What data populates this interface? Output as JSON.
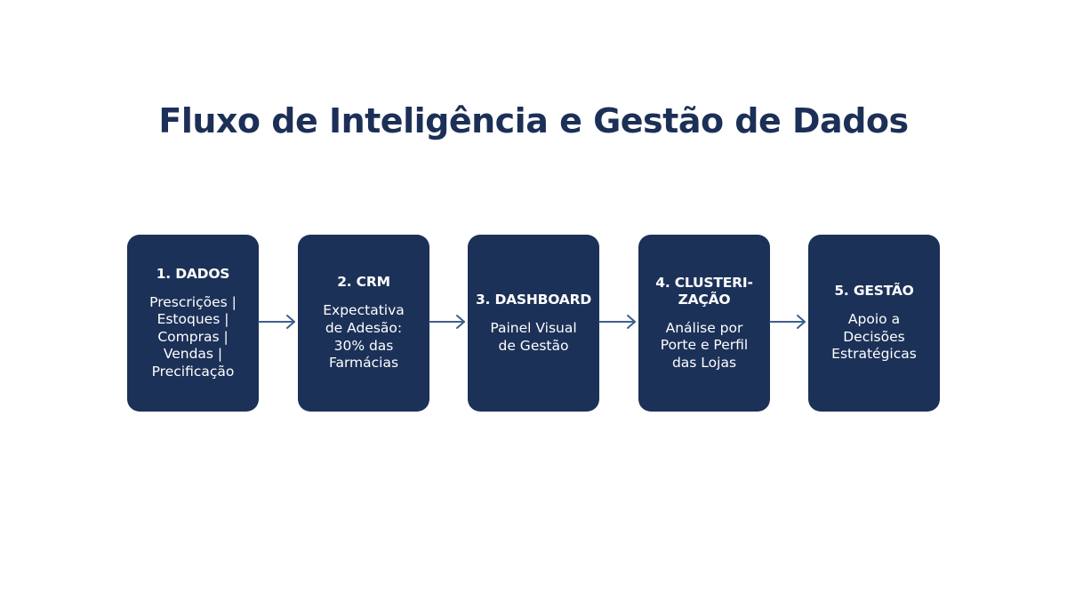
{
  "title": "Fluxo de Inteligência e Gestão de Dados",
  "colors": {
    "box_fill": "#1c3158",
    "title_text": "#1c3057",
    "arrow": "#3d5f8c",
    "box_text": "#ffffff"
  },
  "steps": [
    {
      "heading": [
        "1. DADOS"
      ],
      "body": [
        "Prescrições |",
        "Estoques |",
        "Compras |",
        "Vendas |",
        "Precificação"
      ]
    },
    {
      "heading": [
        "2. CRM"
      ],
      "body": [
        "Expectativa",
        "de Adesão:",
        "30% das",
        "Farmácias"
      ]
    },
    {
      "heading": [
        "3. DASHBOARD"
      ],
      "body": [
        "Painel Visual",
        "de Gestão"
      ]
    },
    {
      "heading": [
        "4. CLUSTERI-",
        "ZAÇÃO"
      ],
      "body": [
        "Análise por",
        "Porte e Perfil",
        "das Lojas"
      ]
    },
    {
      "heading": [
        "5. GESTÃO"
      ],
      "body": [
        "Apoio a",
        "Decisões",
        "Estratégicas"
      ]
    }
  ]
}
